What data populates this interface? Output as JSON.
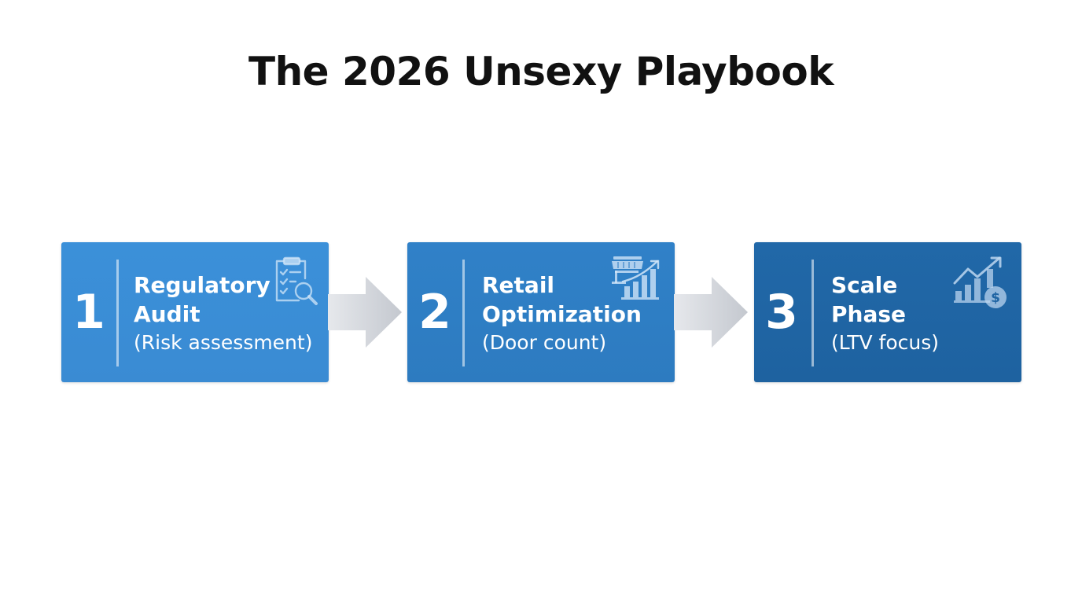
{
  "title": "The 2026 Unsexy Playbook",
  "colors": {
    "step1": "#3a8ed6",
    "step2": "#2f7cc3",
    "step3": "#1f64a3",
    "arrow": "#cfd3d9",
    "title": "#111111"
  },
  "steps": [
    {
      "number": "1",
      "heading_line1": "Regulatory",
      "heading_line2": "Audit",
      "subtitle": "(Risk assessment)",
      "icon": "clipboard-checklist-magnifier-icon"
    },
    {
      "number": "2",
      "heading_line1": "Retail",
      "heading_line2": "Optimization",
      "subtitle": "(Door count)",
      "icon": "storefront-growth-chart-icon"
    },
    {
      "number": "3",
      "heading_line1": "Scale",
      "heading_line2": "Phase",
      "subtitle": "(LTV focus)",
      "icon": "growth-chart-dollar-icon"
    }
  ],
  "connectors": [
    "arrow-right-icon",
    "arrow-right-icon"
  ]
}
